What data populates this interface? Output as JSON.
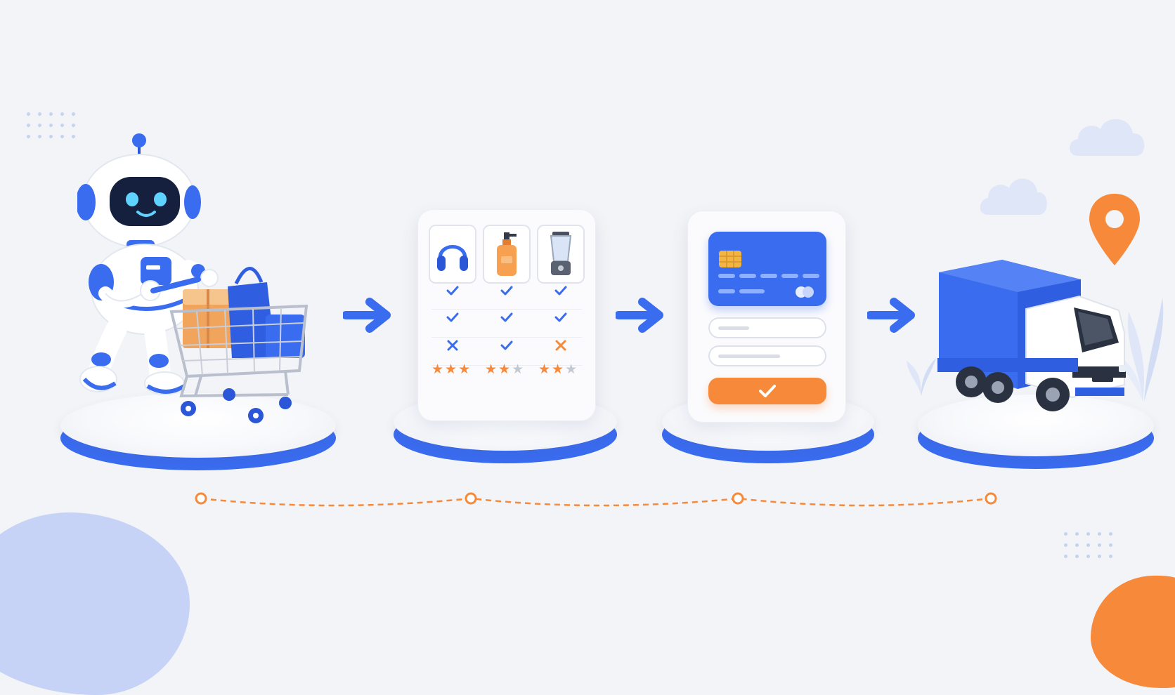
{
  "colors": {
    "background": "#f3f4f7",
    "accent_blue": "#3a6cf0",
    "accent_orange": "#f7893a",
    "check": "#3a6cf0",
    "cross_blue": "#3a6cf0",
    "cross_orange": "#f7893a",
    "star_filled": "#f7893a",
    "star_empty": "#c4c8d2"
  },
  "steps": [
    {
      "name": "shopping",
      "icon": "robot-with-cart-icon"
    },
    {
      "name": "compare",
      "icon": "comparison-card-icon"
    },
    {
      "name": "checkout",
      "icon": "payment-card-icon"
    },
    {
      "name": "delivery",
      "icon": "delivery-truck-icon"
    }
  ],
  "compare": {
    "products": [
      {
        "icon": "headphones-icon"
      },
      {
        "icon": "lotion-bottle-icon"
      },
      {
        "icon": "blender-icon"
      }
    ],
    "rows": [
      [
        "check",
        "check",
        "check"
      ],
      [
        "check",
        "check",
        "check"
      ],
      [
        "cross-blue",
        "check",
        "cross-orange"
      ]
    ],
    "ratings": [
      3,
      2,
      2
    ],
    "max_rating": 3
  },
  "payment": {
    "card_icon": "credit-card-icon",
    "fields": 2,
    "confirm_icon": "check-icon"
  },
  "timeline": {
    "nodes": 4
  }
}
